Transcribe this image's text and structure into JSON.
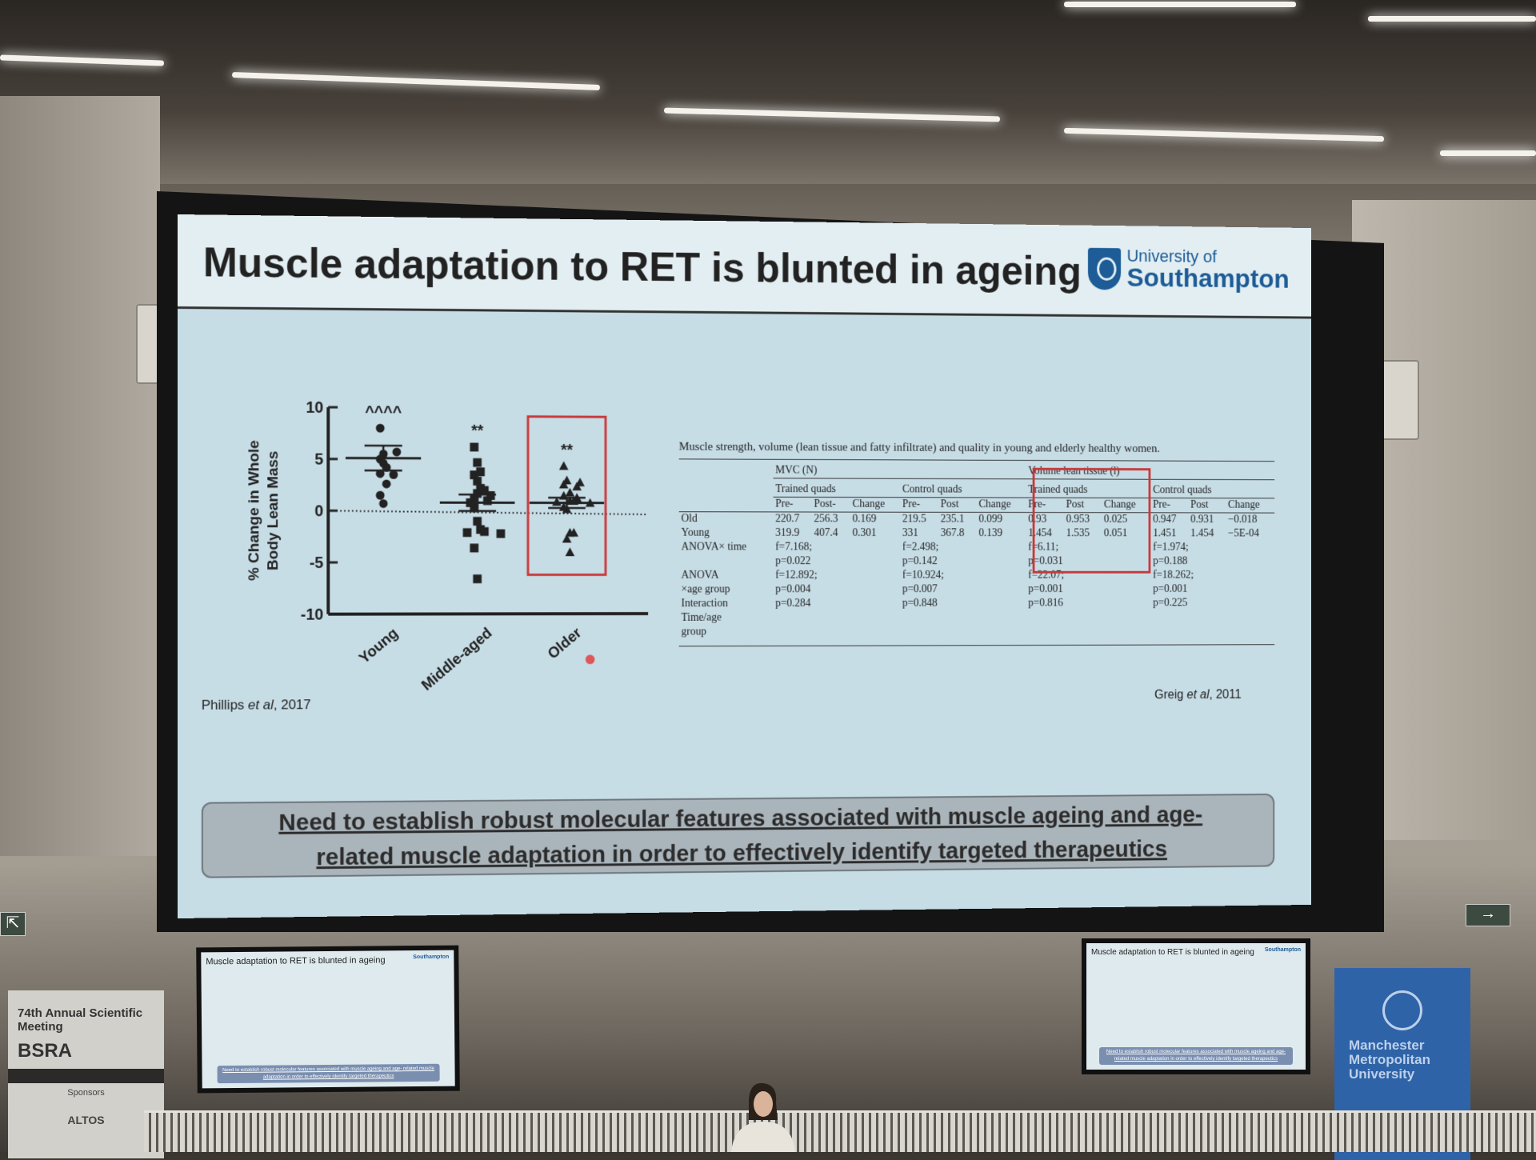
{
  "slide": {
    "title": "Muscle adaptation to RET is blunted in ageing",
    "logo_line1": "University of",
    "logo_line2": "Southampton",
    "left_citation_author": "Phillips",
    "left_citation_etal": "et al",
    "left_citation_year": ", 2017",
    "right_citation_author": "Greig",
    "right_citation_etal": "et al",
    "right_citation_year": ", 2011",
    "callout_line1": "Need to establish robust molecular features associated with muscle ageing and age-",
    "callout_line2": "related muscle adaptation in order to effectively identify targeted therapeutics"
  },
  "chart_data": {
    "type": "scatter",
    "ylabel_line1": "% Change in Whole",
    "ylabel_line2": "Body Lean Mass",
    "categories": [
      "Young",
      "Middle-aged",
      "Older"
    ],
    "ylim": [
      -10,
      10
    ],
    "yticks": [
      "10",
      "5",
      "0",
      "-5",
      "-10"
    ],
    "ytick_values": [
      10,
      5,
      0,
      -5,
      -10
    ],
    "reference_line": 0,
    "highlighted_category": "Older",
    "highlight_color": "#c8393a",
    "series": [
      {
        "name": "Young",
        "marker": "circle",
        "significance": "^^^^",
        "mean": 5.1,
        "sem": 1.2,
        "values": [
          8.0,
          5.5,
          5.7,
          5.0,
          4.6,
          4.2,
          3.6,
          3.5,
          2.6,
          1.5,
          0.7
        ]
      },
      {
        "name": "Middle-aged",
        "marker": "square",
        "significance": "**",
        "mean": 0.8,
        "sem": 0.8,
        "values": [
          6.2,
          4.7,
          3.8,
          3.5,
          2.9,
          2.2,
          2.0,
          1.7,
          1.5,
          1.2,
          1.0,
          0.8,
          0.3,
          -1.0,
          -1.8,
          -2.0,
          -2.1,
          -2.2,
          -3.6,
          -6.6
        ]
      },
      {
        "name": "Older",
        "marker": "triangle",
        "significance": "**",
        "mean": 0.8,
        "sem": 0.5,
        "values": [
          4.4,
          3.0,
          2.8,
          2.6,
          2.4,
          1.8,
          1.5,
          1.3,
          1.0,
          1.0,
          0.9,
          0.8,
          0.4,
          0.2,
          -2.1,
          -2.1,
          -2.7,
          -4.0
        ]
      }
    ]
  },
  "table": {
    "caption": "Muscle strength, volume (lean tissue and fatty infiltrate) and quality in young and elderly healthy women.",
    "groups": [
      "MVC (N)",
      "Volume lean tissue (l)"
    ],
    "subgroups": [
      "Trained quads",
      "Control quads",
      "Trained quads",
      "Control quads"
    ],
    "col_headers": [
      "Pre-",
      "Post-",
      "Change",
      "Pre-",
      "Post",
      "Change",
      "Pre-",
      "Post",
      "Change",
      "Pre-",
      "Post",
      "Change"
    ],
    "rows": [
      {
        "label": "Old",
        "values": [
          "220.7",
          "256.3",
          "0.169",
          "219.5",
          "235.1",
          "0.099",
          "0.93",
          "0.953",
          "0.025",
          "0.947",
          "0.931",
          "−0.018"
        ]
      },
      {
        "label": "Young",
        "values": [
          "319.9",
          "407.4",
          "0.301",
          "331",
          "367.8",
          "0.139",
          "1.454",
          "1.535",
          "0.051",
          "1.451",
          "1.454",
          "−5E-04"
        ]
      }
    ],
    "stats": [
      {
        "label": "ANOVA× time",
        "values": [
          "f=7.168;",
          "f=2.498;",
          "f=6.11;",
          "f=1.974;"
        ]
      },
      {
        "label": "",
        "values": [
          "p=0.022",
          "p=0.142",
          "p=0.031",
          "p=0.188"
        ]
      },
      {
        "label": "ANOVA",
        "values": [
          "f=12.892;",
          "f=10.924;",
          "f=22.07;",
          "f=18.262;"
        ]
      },
      {
        "label": "×age group",
        "values": [
          "p=0.004",
          "p=0.007",
          "p=0.001",
          "p=0.001"
        ]
      },
      {
        "label": "Interaction",
        "values": [
          "p=0.284",
          "p=0.848",
          "p=0.816",
          "p=0.225"
        ]
      },
      {
        "label": "Time/age",
        "values": [
          "",
          "",
          "",
          ""
        ]
      },
      {
        "label": "group",
        "values": [
          "",
          "",
          "",
          ""
        ]
      }
    ]
  },
  "room": {
    "banner_left_title": "74th Annual Scientific Meeting",
    "banner_left_org": "BSRA",
    "banner_left_sponsors": "Sponsors",
    "banner_left_sponsor": "ALTOS",
    "banner_right": "Manchester Metropolitan University"
  }
}
